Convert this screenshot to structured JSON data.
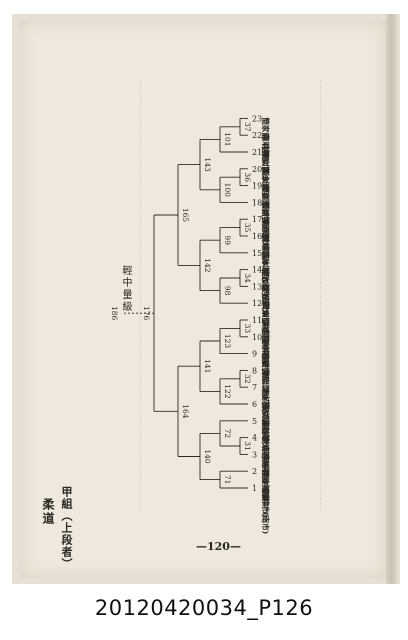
{
  "document": {
    "sport": "柔道",
    "group": "甲組（上段者）",
    "weight_class": "輕中量級",
    "page_number": "—120—",
    "caption": "20120420034_P126"
  },
  "bracket": {
    "entrants": [
      {
        "seed": "1",
        "name": "郭蘭財",
        "county": "(南市)"
      },
      {
        "seed": "2",
        "name": "洪金松",
        "county": "(中市)"
      },
      {
        "seed": "3",
        "name": "李垣福",
        "county": "(中縣)"
      },
      {
        "seed": "4",
        "name": "劉清明",
        "county": "(屏縣)"
      },
      {
        "seed": "5",
        "name": "張義雄",
        "county": "(宜縣)"
      },
      {
        "seed": "6",
        "name": "黃文漢",
        "county": "(高市)"
      },
      {
        "seed": "7",
        "name": "陳士華",
        "county": "(彰縣)"
      },
      {
        "seed": "8",
        "name": "陳宏二",
        "county": "(花縣)"
      },
      {
        "seed": "9",
        "name": "翁慶盛",
        "county": "(北縣)"
      },
      {
        "seed": "10",
        "name": "楊坤明",
        "county": "(竹縣)"
      },
      {
        "seed": "11",
        "name": "洪禮旺",
        "county": "(東縣)"
      },
      {
        "seed": "12",
        "name": "黃東發",
        "county": "(苗縣)"
      },
      {
        "seed": "13",
        "name": "梁振華",
        "county": "(北東)"
      },
      {
        "seed": "14",
        "name": "楊志義",
        "county": "(基市)"
      },
      {
        "seed": "15",
        "name": "呂木基",
        "county": "(北西)"
      },
      {
        "seed": "16",
        "name": "林建基",
        "county": "(北西)"
      },
      {
        "seed": "17",
        "name": "張添壽",
        "county": "(彰縣)"
      },
      {
        "seed": "18",
        "name": "蔡福興",
        "county": "(南市)"
      },
      {
        "seed": "19",
        "name": "韓喜進",
        "county": "(竹縣)"
      },
      {
        "seed": "20",
        "name": "高永進",
        "county": "(北南)"
      },
      {
        "seed": "21",
        "name": "陳文富",
        "county": "(北西)"
      },
      {
        "seed": "22",
        "name": "陳明勇",
        "county": "(北北)"
      },
      {
        "seed": "23",
        "name": "簡家龍",
        "county": "(桃縣)"
      }
    ],
    "matches": [
      {
        "no": "31"
      },
      {
        "no": "32"
      },
      {
        "no": "33"
      },
      {
        "no": "34"
      },
      {
        "no": "35"
      },
      {
        "no": "36"
      },
      {
        "no": "37"
      },
      {
        "no": "71"
      },
      {
        "no": "72"
      },
      {
        "no": "122"
      },
      {
        "no": "123"
      },
      {
        "no": "98"
      },
      {
        "no": "99"
      },
      {
        "no": "100"
      },
      {
        "no": "101"
      },
      {
        "no": "140"
      },
      {
        "no": "141"
      },
      {
        "no": "142"
      },
      {
        "no": "143"
      },
      {
        "no": "164"
      },
      {
        "no": "165"
      },
      {
        "no": "176"
      },
      {
        "no": "186"
      }
    ]
  }
}
